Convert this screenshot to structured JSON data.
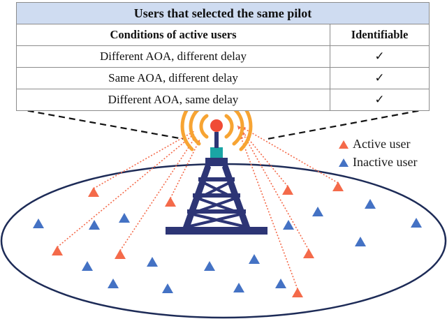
{
  "table": {
    "title": "Users that selected the same pilot",
    "headers": {
      "conditions": "Conditions of active users",
      "identifiable": "Identifiable"
    },
    "rows": [
      {
        "condition": "Different AOA, different delay",
        "identifiable": "✓"
      },
      {
        "condition": "Same AOA, different delay",
        "identifiable": "✓"
      },
      {
        "condition": "Different AOA, same delay",
        "identifiable": "✓"
      }
    ]
  },
  "legend": {
    "active_label": "Active user",
    "inactive_label": "Inactive user"
  },
  "colors": {
    "active": "#f46a4a",
    "inactive": "#4472c4",
    "tower": "#2d3575",
    "signal": "#f7a433",
    "ellipse": "#1d2b57",
    "table_header_bg": "#cfdcf1"
  },
  "icons": [
    "tower-icon",
    "signal-wave-icon",
    "active-user-triangle-icon",
    "inactive-user-triangle-icon"
  ]
}
